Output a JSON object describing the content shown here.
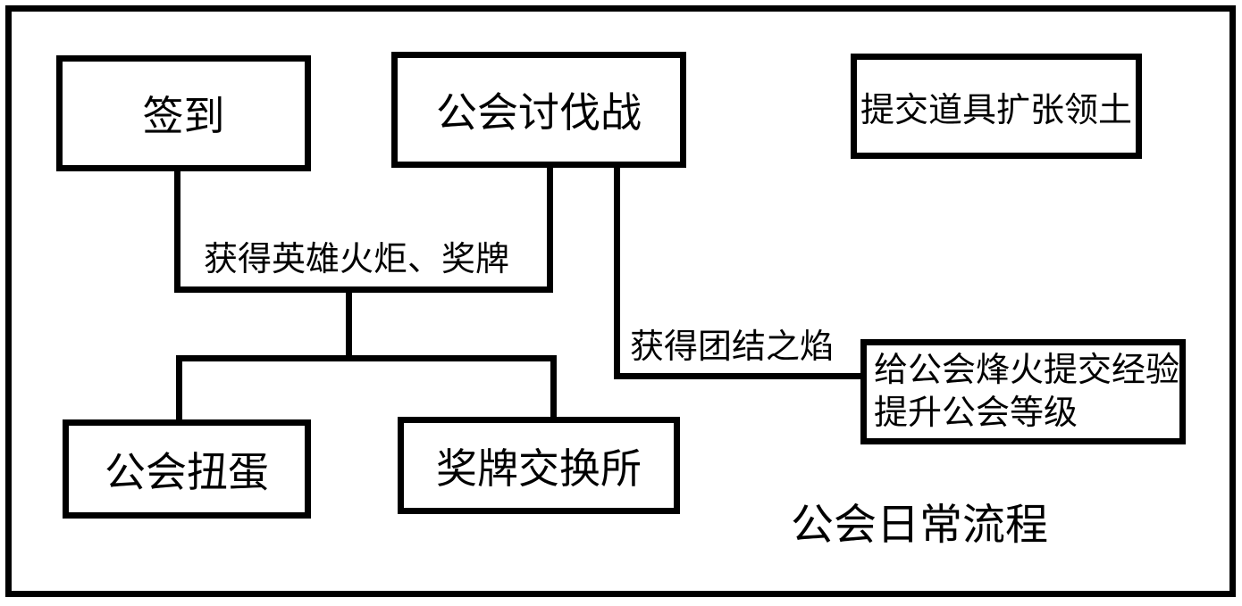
{
  "diagram": {
    "background": "#ffffff",
    "line_color": "#000000",
    "title": "公会日常流程",
    "nodes": {
      "sign_in": {
        "label": "签到"
      },
      "guild_crusade": {
        "label": "公会讨伐战"
      },
      "submit_items": {
        "label": "提交道具扩张领土"
      },
      "guild_gacha": {
        "label": "公会扭蛋"
      },
      "medal_exchange": {
        "label": "奖牌交换所"
      },
      "beacon_exp": {
        "line1": "给公会烽火提交经验",
        "line2": "提升公会等级"
      }
    },
    "edge_labels": {
      "torch_medal": "获得英雄火炬、奖牌",
      "unity_flame": "获得团结之焰"
    }
  }
}
